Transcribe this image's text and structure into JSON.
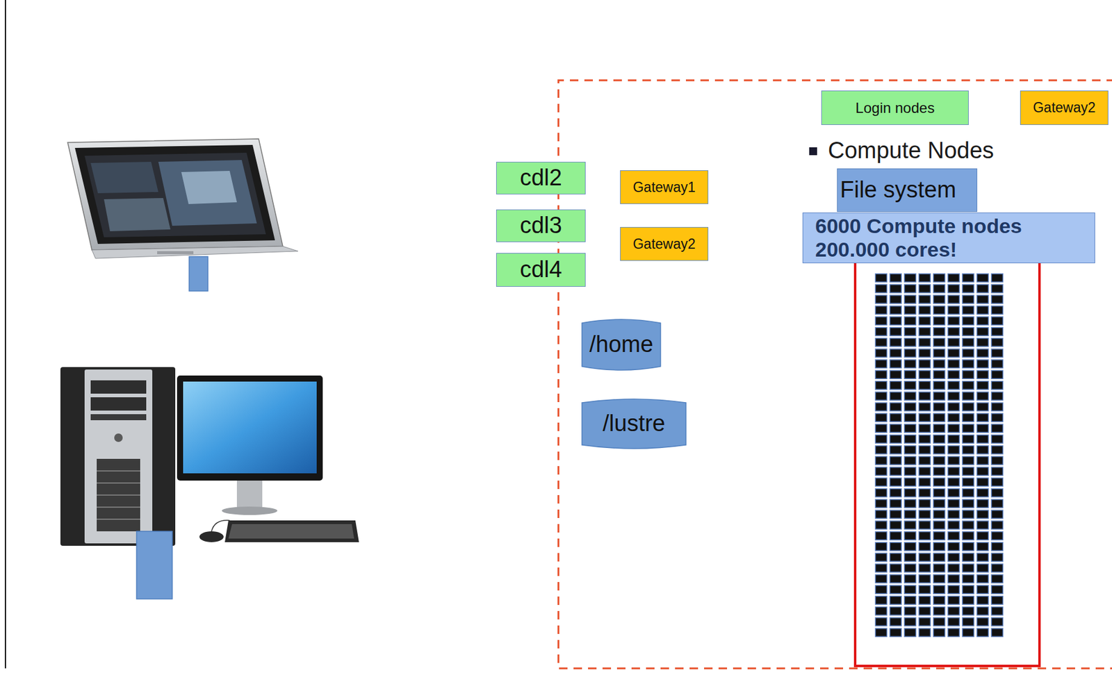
{
  "diagram": {
    "nodes": [
      {
        "text": [
          "Login nodes"
        ]
      },
      {
        "text": [
          "Gateway2"
        ]
      },
      {
        "text": [
          "cdl2"
        ]
      },
      {
        "text": [
          "Gateway1"
        ]
      },
      {
        "text": [
          "File system"
        ]
      },
      {
        "text": [
          "cdl3"
        ]
      },
      {
        "text": [
          "Gateway2"
        ]
      },
      {
        "text": [
          "6000 Compute nodes 200.000 cores!"
        ]
      },
      {
        "text": [
          "cdl4"
        ]
      },
      {
        "text": [
          "/home"
        ]
      },
      {
        "text": [
          "/lustre"
        ]
      }
    ],
    "labels": [
      "Compute Nodes"
    ]
  }
}
